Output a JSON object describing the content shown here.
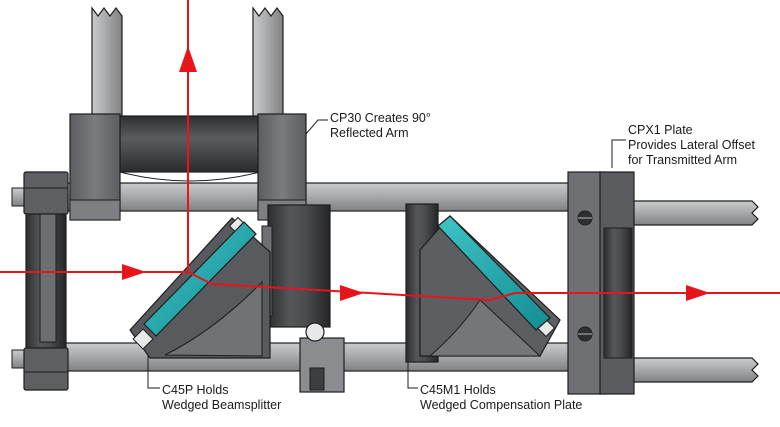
{
  "labels": {
    "cp30_line1": "CP30 Creates 90°",
    "cp30_line2": "Reflected Arm",
    "cpx1_line1": "CPX1 Plate",
    "cpx1_line2": "Provides Lateral Offset",
    "cpx1_line3": "for Transmitted Arm",
    "c45p_line1": "C45P Holds",
    "c45p_line2": "Wedged Beamsplitter",
    "c45m1_line1": "C45M1 Holds",
    "c45m1_line2": "Wedged Compensation Plate"
  },
  "colors": {
    "beam": "#e8141c",
    "optic": "#1fa3a8",
    "rod": "#a9abad",
    "mount": "#6e7073",
    "mount_dark": "#3a3b3d",
    "outline": "#1e1e1e"
  }
}
